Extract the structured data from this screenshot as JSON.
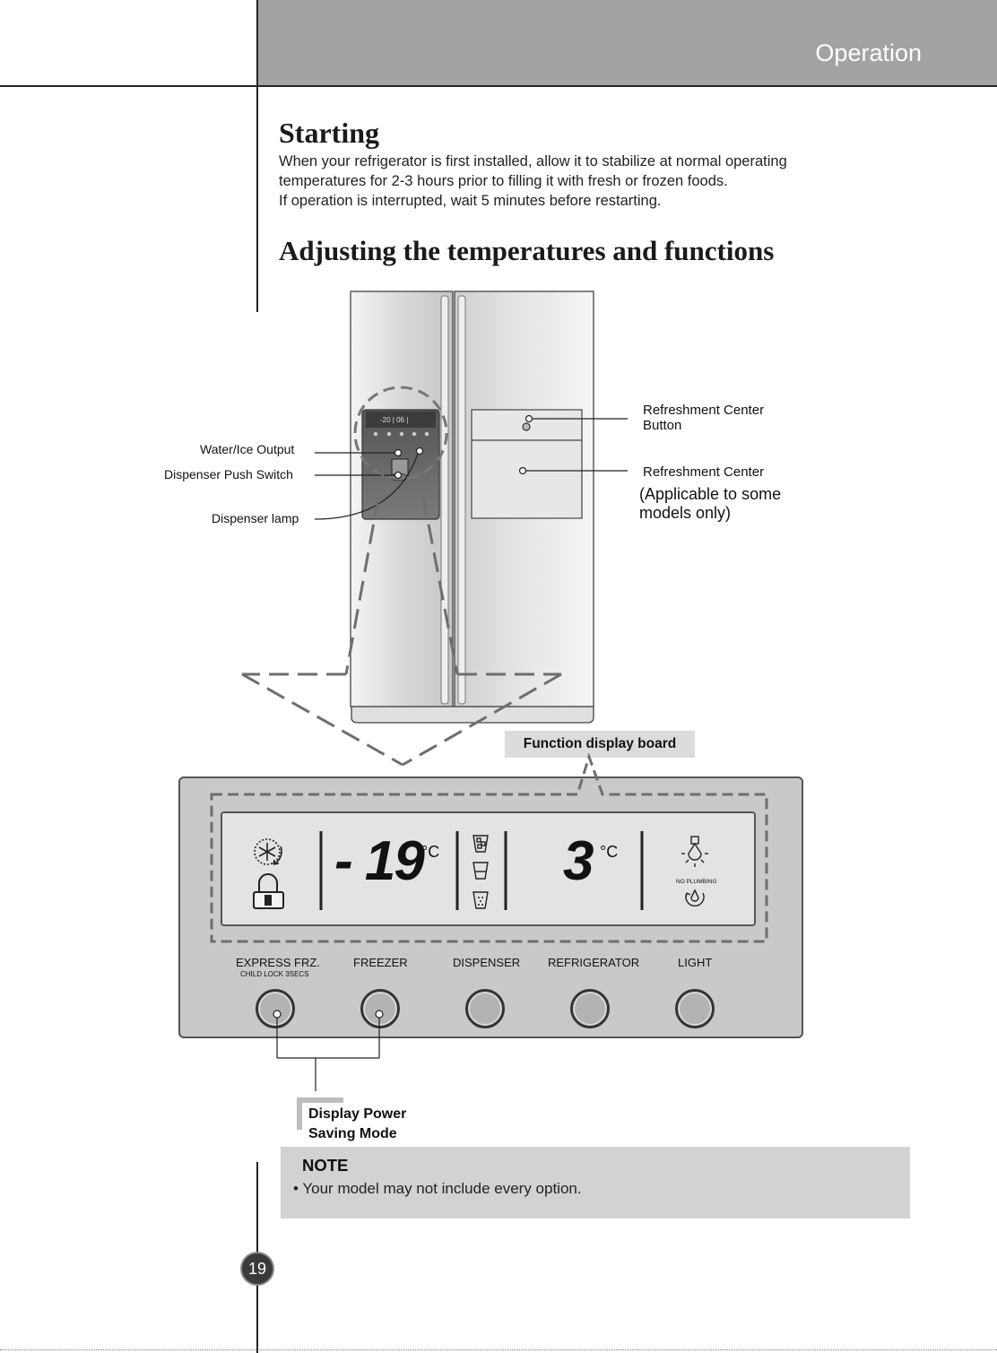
{
  "header": {
    "section_title": "Operation"
  },
  "starting": {
    "heading": "Starting",
    "lines": [
      "When your refrigerator is first installed, allow it to stabilize at normal operating",
      "temperatures for 2-3 hours prior to filling it with fresh or frozen foods.",
      "If operation is interrupted, wait 5 minutes before restarting."
    ]
  },
  "adjusting": {
    "heading": "Adjusting the temperatures and functions"
  },
  "fridge_callouts": {
    "water_ice_output": "Water/Ice Output",
    "dispenser_push_switch": "Dispenser Push Switch",
    "dispenser_lamp": "Dispenser lamp",
    "refreshment_center_button_line1": "Refreshment Center",
    "refreshment_center_button_line2": "Button",
    "refreshment_center": "Refreshment Center",
    "applicable_line1": "(Applicable to some",
    "applicable_line2": "models only)"
  },
  "function_display_board": {
    "label": "Function display board",
    "freezer_temp": "- 19",
    "fridge_temp": "3",
    "unit": "°C",
    "no_plumbing": "NO PLUMBING",
    "buttons": [
      {
        "label": "EXPRESS FRZ.",
        "sub": "CHILD LOCK 3SECS"
      },
      {
        "label": "FREEZER"
      },
      {
        "label": "DISPENSER"
      },
      {
        "label": "REFRIGERATOR"
      },
      {
        "label": "LIGHT"
      }
    ]
  },
  "power_saving": {
    "line1": "Display Power",
    "line2": "Saving Mode"
  },
  "note": {
    "title": "NOTE",
    "text": "• Your model may not include every option."
  },
  "page_number": "19",
  "colors": {
    "header_band": "#a3a3a3",
    "note_bg": "#d2d2d2",
    "panel_bg": "#c9c9c9",
    "lcd_bg": "#e3e3e3"
  }
}
